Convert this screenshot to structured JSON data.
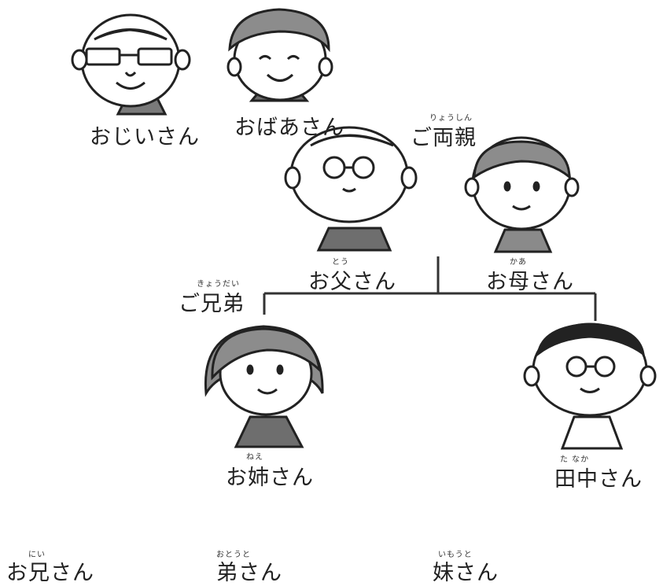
{
  "labels": {
    "grandfather": "おじいさん",
    "grandmother": "おばあさん",
    "parents": "ご両親",
    "parents_ruby": "りょうしん",
    "father": "お父さん",
    "father_ruby": "とう",
    "mother": "お母さん",
    "mother_ruby": "かあ",
    "siblings": "ご兄弟",
    "siblings_ruby": "きょうだい",
    "older_sister": "お姉さん",
    "older_sister_ruby": "ねえ",
    "tanaka": "田中さん",
    "tanaka_ruby": "た なか",
    "older_brother": "お兄さん",
    "older_brother_ruby": "にい",
    "younger_brother": "弟さん",
    "younger_brother_ruby": "おとうと",
    "younger_sister": "妹さん",
    "younger_sister_ruby": "いもうと"
  },
  "colors": {
    "line": "#333333",
    "hair_gray": "#8c8c8c",
    "hair_dark": "#222222",
    "clothing": "#6e6e6e"
  }
}
